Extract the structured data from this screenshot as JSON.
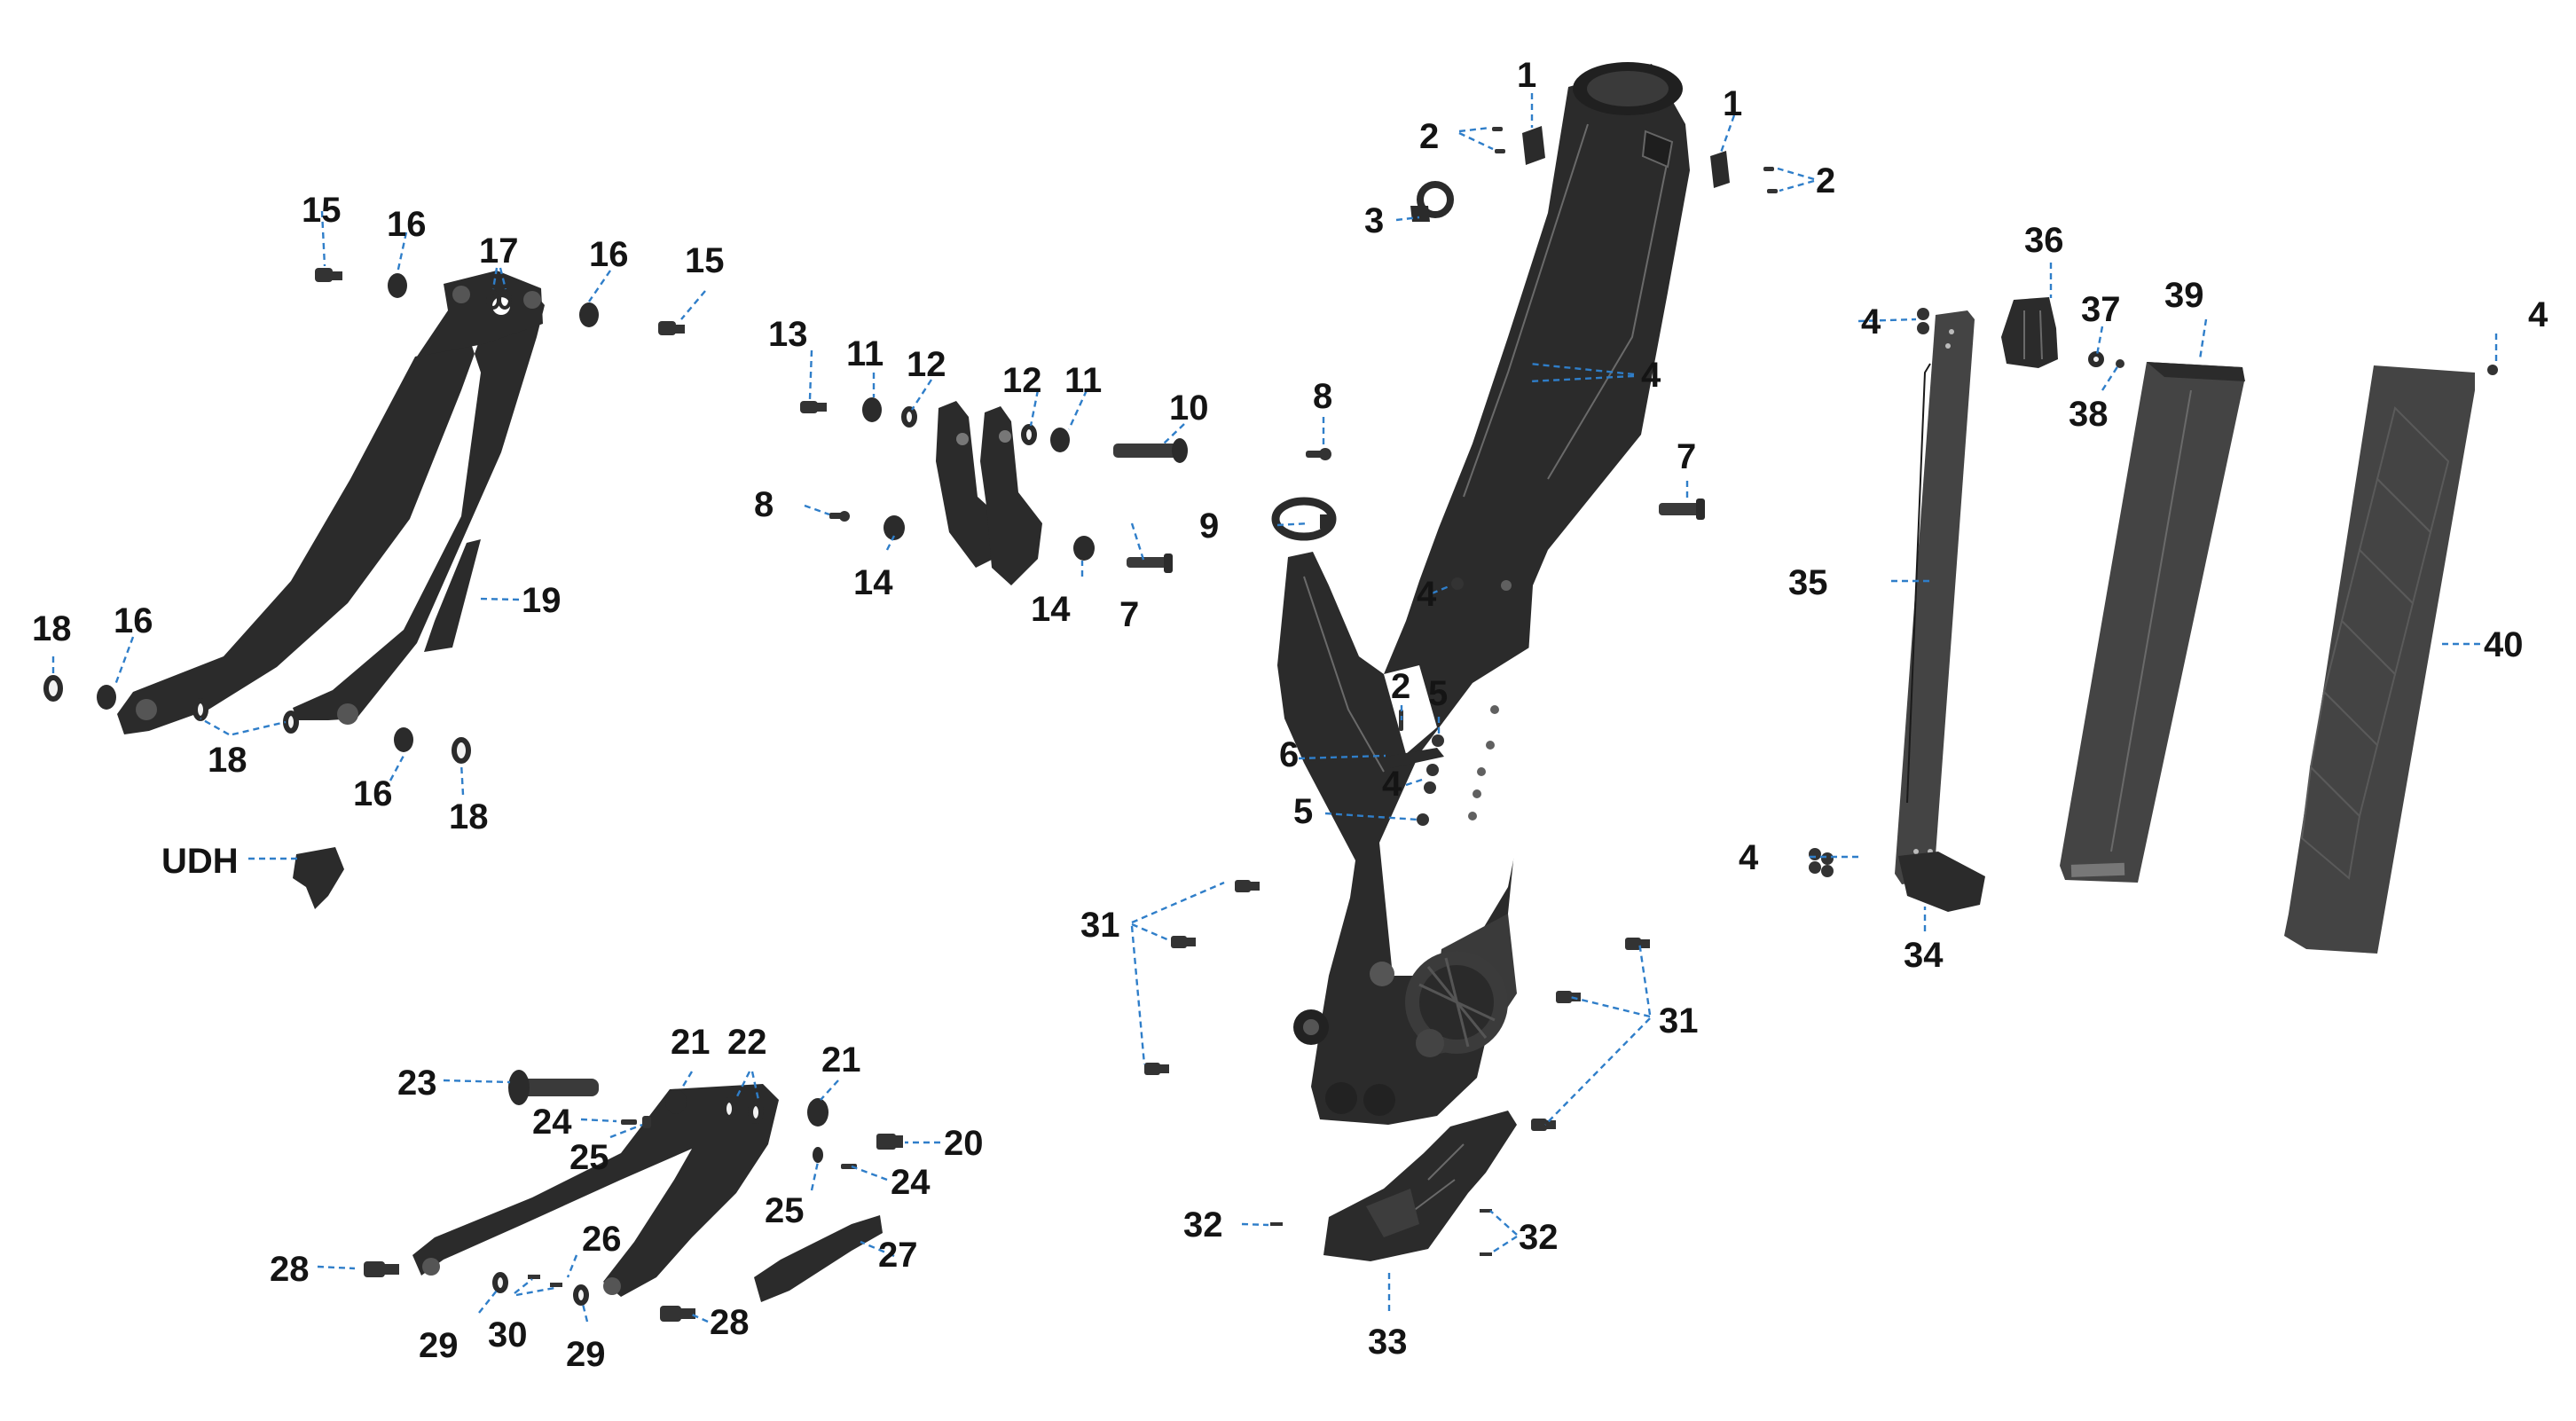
{
  "callouts": [
    {
      "id": "c1a",
      "text": "1"
    },
    {
      "id": "c1b",
      "text": "1"
    },
    {
      "id": "c2a",
      "text": "2"
    },
    {
      "id": "c2b",
      "text": "2"
    },
    {
      "id": "c2c",
      "text": "2"
    },
    {
      "id": "c3",
      "text": "3"
    },
    {
      "id": "c4a",
      "text": "4"
    },
    {
      "id": "c4b",
      "text": "4"
    },
    {
      "id": "c4c",
      "text": "4"
    },
    {
      "id": "c4d",
      "text": "4"
    },
    {
      "id": "c4e",
      "text": "4"
    },
    {
      "id": "c4f",
      "text": "4"
    },
    {
      "id": "c5a",
      "text": "5"
    },
    {
      "id": "c5b",
      "text": "5"
    },
    {
      "id": "c6",
      "text": "6"
    },
    {
      "id": "c7a",
      "text": "7"
    },
    {
      "id": "c7b",
      "text": "7"
    },
    {
      "id": "c8a",
      "text": "8"
    },
    {
      "id": "c8b",
      "text": "8"
    },
    {
      "id": "c9",
      "text": "9"
    },
    {
      "id": "c10",
      "text": "10"
    },
    {
      "id": "c11a",
      "text": "11"
    },
    {
      "id": "c11b",
      "text": "11"
    },
    {
      "id": "c12a",
      "text": "12"
    },
    {
      "id": "c12b",
      "text": "12"
    },
    {
      "id": "c13",
      "text": "13"
    },
    {
      "id": "c14a",
      "text": "14"
    },
    {
      "id": "c14b",
      "text": "14"
    },
    {
      "id": "c15a",
      "text": "15"
    },
    {
      "id": "c15b",
      "text": "15"
    },
    {
      "id": "c16a",
      "text": "16"
    },
    {
      "id": "c16b",
      "text": "16"
    },
    {
      "id": "c16c",
      "text": "16"
    },
    {
      "id": "c16d",
      "text": "16"
    },
    {
      "id": "c17",
      "text": "17"
    },
    {
      "id": "c18a",
      "text": "18"
    },
    {
      "id": "c18b",
      "text": "18"
    },
    {
      "id": "c18c",
      "text": "18"
    },
    {
      "id": "c19",
      "text": "19"
    },
    {
      "id": "cudh",
      "text": "UDH"
    },
    {
      "id": "c20",
      "text": "20"
    },
    {
      "id": "c21a",
      "text": "21"
    },
    {
      "id": "c21b",
      "text": "21"
    },
    {
      "id": "c22",
      "text": "22"
    },
    {
      "id": "c23",
      "text": "23"
    },
    {
      "id": "c24a",
      "text": "24"
    },
    {
      "id": "c24b",
      "text": "24"
    },
    {
      "id": "c25a",
      "text": "25"
    },
    {
      "id": "c25b",
      "text": "25"
    },
    {
      "id": "c26",
      "text": "26"
    },
    {
      "id": "c27",
      "text": "27"
    },
    {
      "id": "c28a",
      "text": "28"
    },
    {
      "id": "c28b",
      "text": "28"
    },
    {
      "id": "c29a",
      "text": "29"
    },
    {
      "id": "c29b",
      "text": "29"
    },
    {
      "id": "c30",
      "text": "30"
    },
    {
      "id": "c31a",
      "text": "31"
    },
    {
      "id": "c31b",
      "text": "31"
    },
    {
      "id": "c32a",
      "text": "32"
    },
    {
      "id": "c32b",
      "text": "32"
    },
    {
      "id": "c33",
      "text": "33"
    },
    {
      "id": "c34",
      "text": "34"
    },
    {
      "id": "c35",
      "text": "35"
    },
    {
      "id": "c36",
      "text": "36"
    },
    {
      "id": "c37",
      "text": "37"
    },
    {
      "id": "c38",
      "text": "38"
    },
    {
      "id": "c39",
      "text": "39"
    },
    {
      "id": "c40",
      "text": "40"
    }
  ],
  "colors": {
    "part": "#2b2b2b",
    "leader": "#2f7ec9",
    "label": "#141414",
    "background": "#ffffff"
  }
}
